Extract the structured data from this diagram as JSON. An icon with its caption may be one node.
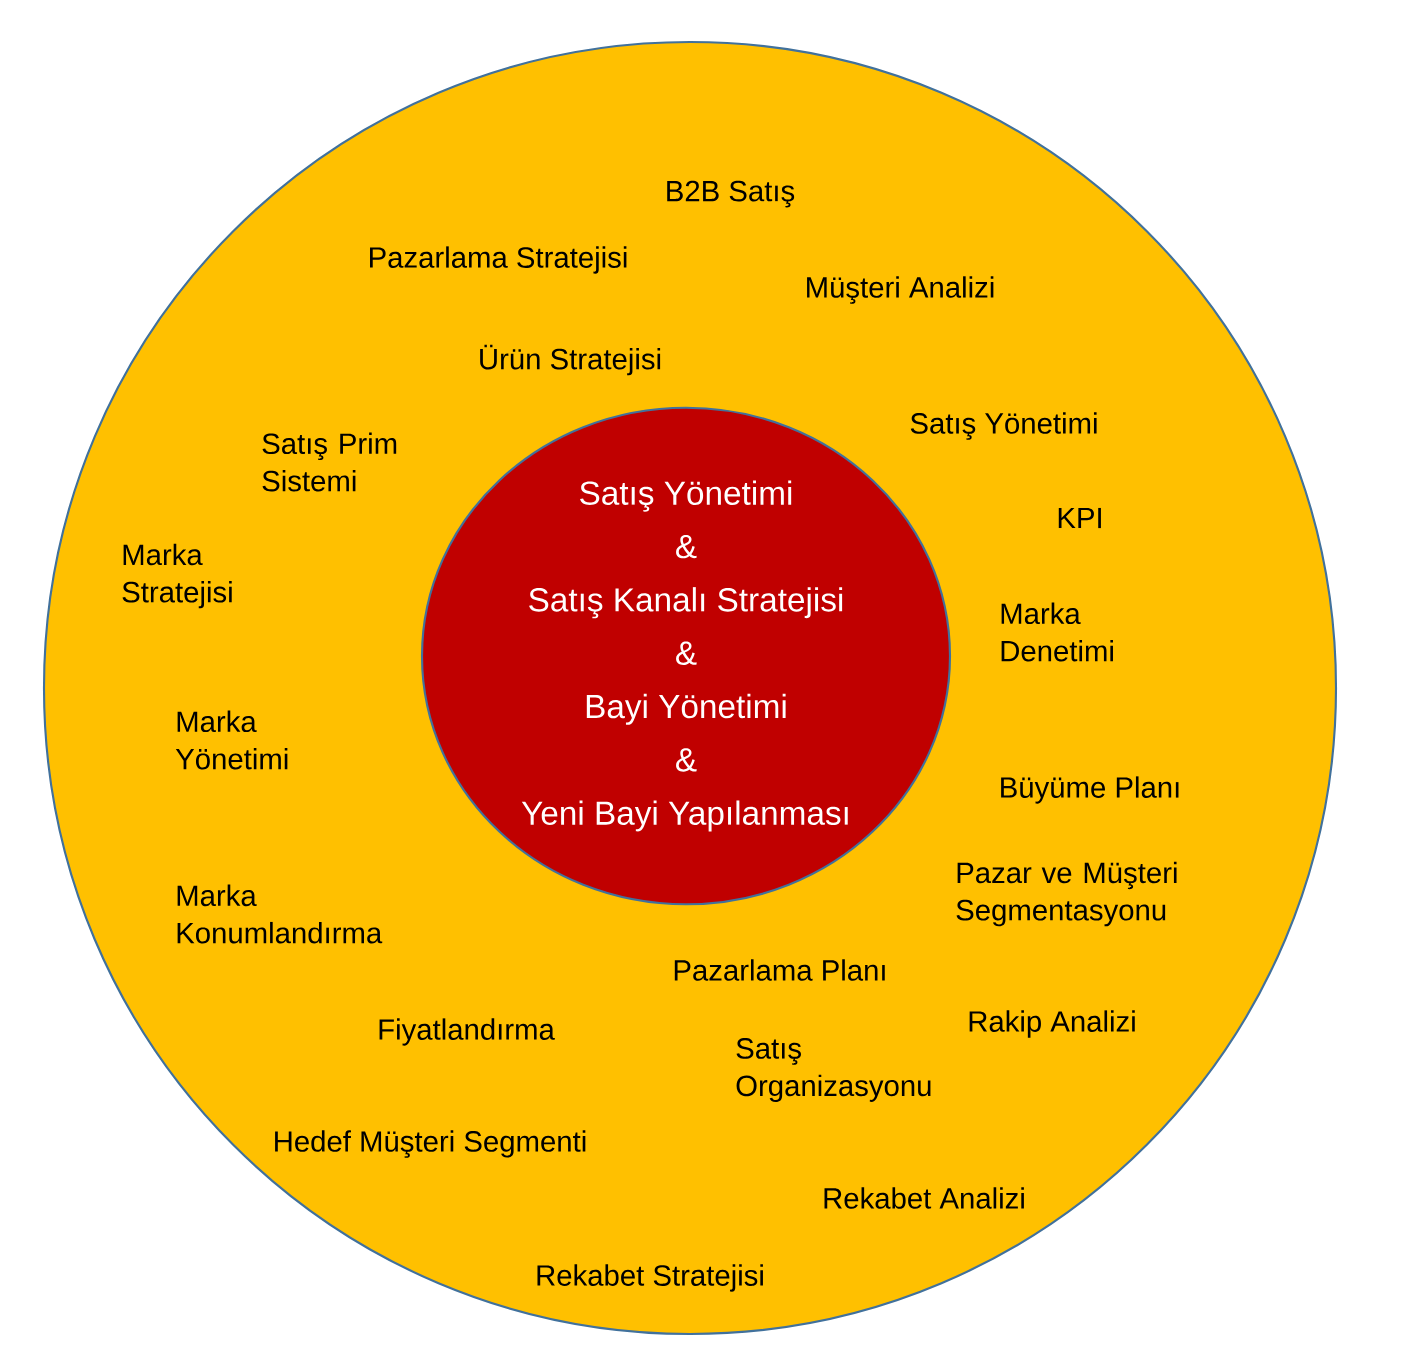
{
  "diagram": {
    "nodes": [
      {
        "text": [
          "B2B Satış",
          "Pazarlama Stratejisi",
          "Müşteri Analizi",
          "Ürün Stratejisi",
          "Satış Yönetimi",
          "Satış Prim Sistemi",
          "KPI",
          "Marka Stratejisi",
          "Marka Denetimi",
          "Marka Yönetimi",
          "Büyüme Planı",
          "Marka Konumlandırma",
          "Pazar ve Müşteri Segmentasyonu",
          "Pazarlama Planı",
          "Rakip Analizi",
          "Fiyatlandırma",
          "Satış Organizasyonu",
          "Hedef Müşteri Segmenti",
          "Rekabet Analizi",
          "Rekabet Stratejisi"
        ]
      },
      {
        "text": [
          "Satış Yönetimi",
          "&",
          "Satış Kanalı Stratejisi",
          "&",
          "Bayi Yönetimi",
          "&",
          "Yeni Bayi Yapılanması"
        ],
        "in": 0
      }
    ]
  }
}
